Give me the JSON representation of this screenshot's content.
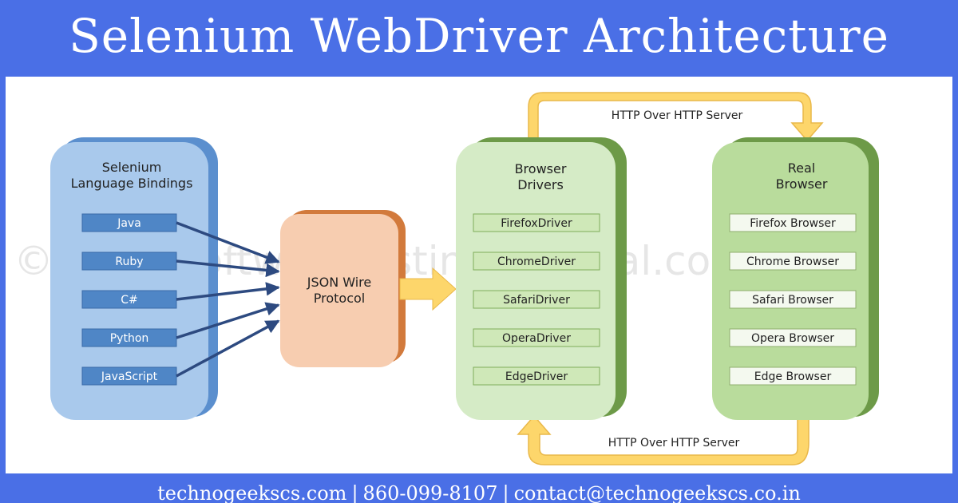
{
  "title": "Selenium WebDriver Architecture",
  "watermark": "© www.SoftwareTestingMaterial.com",
  "bindings": {
    "heading_lines": [
      "Selenium",
      "Language Bindings"
    ],
    "items": [
      "Java",
      "Ruby",
      "C#",
      "Python",
      "JavaScript"
    ]
  },
  "protocol": {
    "label_lines": [
      "JSON Wire",
      "Protocol"
    ]
  },
  "drivers": {
    "heading_lines": [
      "Browser",
      "Drivers"
    ],
    "items": [
      "FirefoxDriver",
      "ChromeDriver",
      "SafariDriver",
      "OperaDriver",
      "EdgeDriver"
    ]
  },
  "browsers": {
    "heading_lines": [
      "Real",
      "Browser"
    ],
    "items": [
      "Firefox Browser",
      "Chrome Browser",
      "Safari Browser",
      "Opera Browser",
      "Edge Browser"
    ]
  },
  "top_arrow_label": "HTTP Over HTTP Server",
  "bottom_arrow_label": "HTTP Over HTTP Server",
  "footer": {
    "website": "technogeekscs.com",
    "phone": "860-099-8107",
    "email": "contact@technogeekscs.co.in"
  },
  "colors": {
    "banner": "#4a6fe6",
    "bindings_fill": "#a9c9ec",
    "bindings_shadow": "#5b8fce",
    "item_blue": "#4f86c6",
    "protocol_fill": "#f7cdb0",
    "protocol_shadow": "#d27a3c",
    "green_fill": "#d5ebc6",
    "green_shadow": "#6d9a48",
    "browser_fill": "#b9dc9c",
    "arrow_yellow": "#fdd66b",
    "connector": "#2d4a80"
  }
}
